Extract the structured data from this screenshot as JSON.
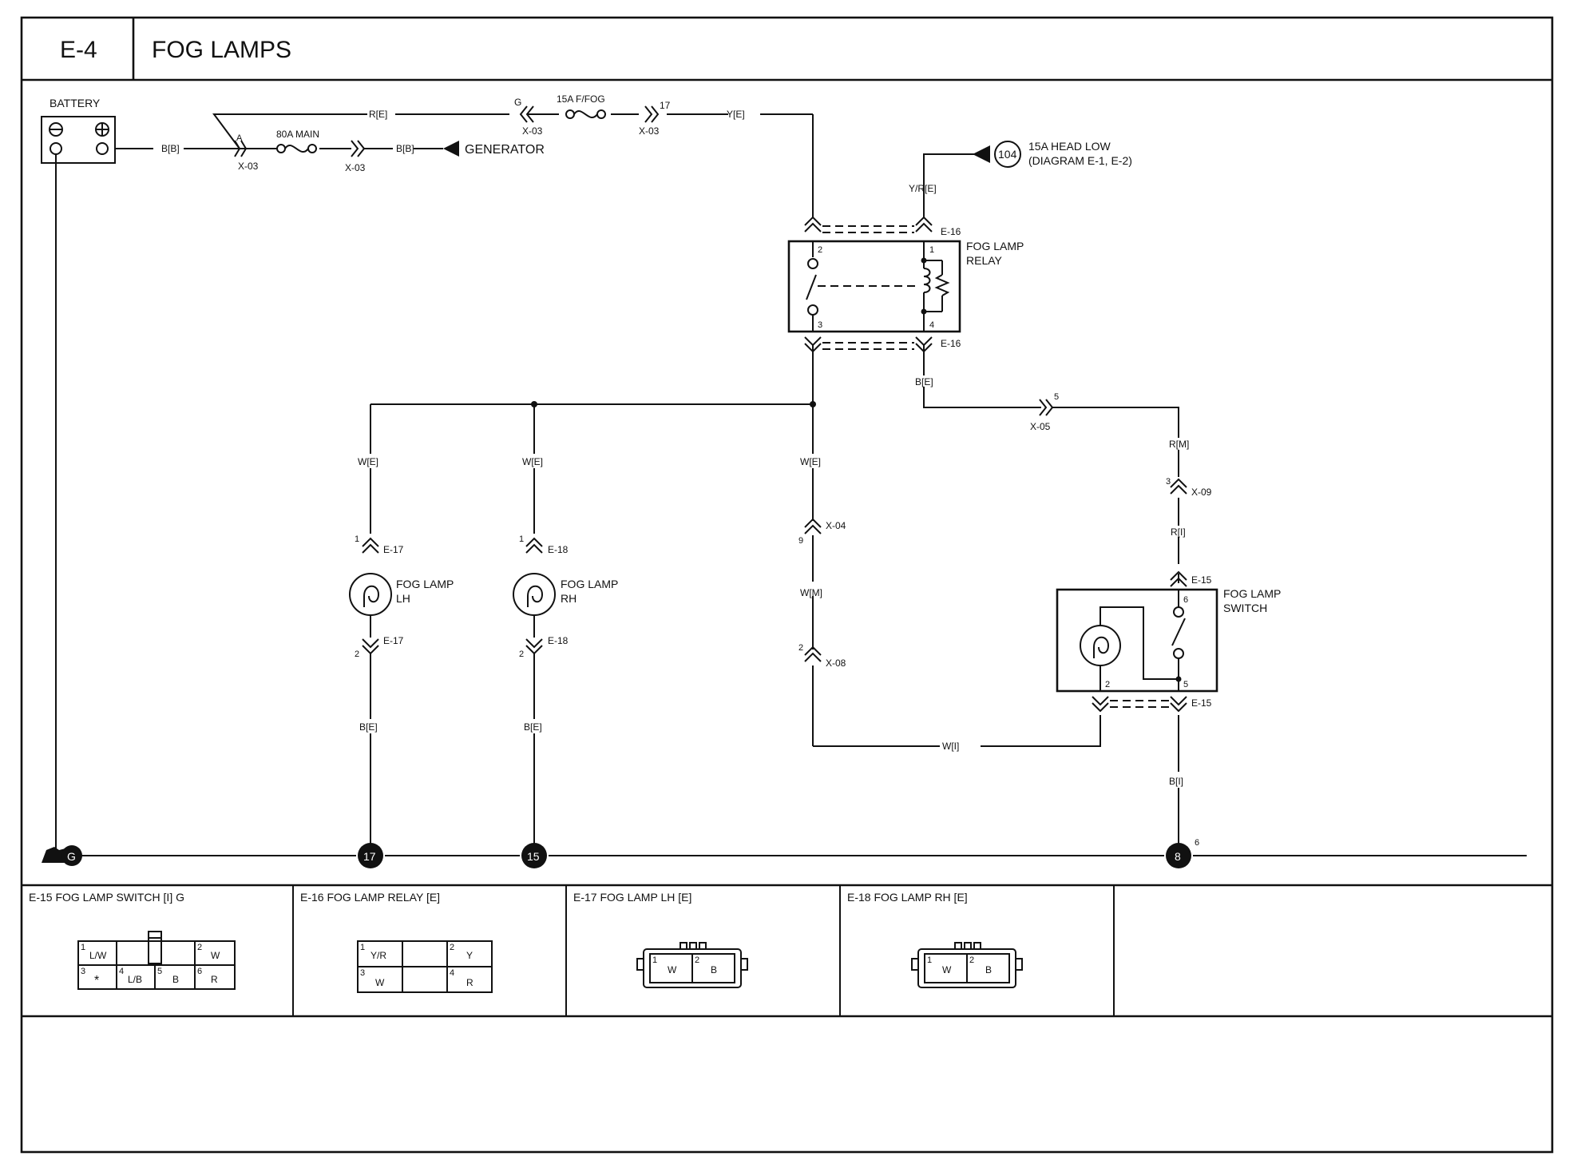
{
  "header": {
    "code": "E-4",
    "title": "FOG LAMPS"
  },
  "components": {
    "battery": "BATTERY",
    "generator": "GENERATOR",
    "fuse_main": "80A MAIN",
    "fuse_ffog": "15A F/FOG",
    "head_low_circle": "104",
    "head_low_line1": "15A HEAD LOW",
    "head_low_line2": "(DIAGRAM E-1, E-2)",
    "relay_line1": "FOG LAMP",
    "relay_line2": "RELAY",
    "lamp_lh_line1": "FOG LAMP",
    "lamp_lh_line2": "LH",
    "lamp_rh_line1": "FOG LAMP",
    "lamp_rh_line2": "RH",
    "switch_line1": "FOG LAMP",
    "switch_line2": "SWITCH"
  },
  "wires": {
    "bb": "B[B]",
    "re": "R[E]",
    "ye": "Y[E]",
    "yre": "Y/R[E]",
    "be_relay": "B[E]",
    "rm": "R[M]",
    "ri": "R[I]",
    "we_lh": "W[E]",
    "we_rh": "W[E]",
    "we_mid": "W[E]",
    "wm": "W[M]",
    "wi": "W[I]",
    "be_lh": "B[E]",
    "be_rh": "B[E]",
    "bi": "B[I]"
  },
  "connectors": {
    "a": "A",
    "x03_1": "X-03",
    "x03_2": "X-03",
    "x03_3": "X-03",
    "x03_4": "X-03",
    "g": "G",
    "n17": "17",
    "e16_top": "E-16",
    "e16_bot": "E-16",
    "x05": "X-05",
    "n5": "5",
    "x09": "X-09",
    "n3": "3",
    "e15_top": "E-15",
    "e15_bot": "E-15",
    "x04": "X-04",
    "n9": "9",
    "x08": "X-08",
    "n2_x08": "2",
    "e17_top": "E-17",
    "e17_bot": "E-17",
    "e18_top": "E-18",
    "e18_bot": "E-18",
    "lh_pin1": "1",
    "lh_pin2": "2",
    "rh_pin1": "1",
    "rh_pin2": "2"
  },
  "relay_pins": {
    "p1": "1",
    "p2": "2",
    "p3": "3",
    "p4": "4"
  },
  "switch_pins": {
    "p2": "2",
    "p5": "5",
    "p6": "6"
  },
  "grounds": {
    "g_chassis": "G",
    "g17": "17",
    "g15": "15",
    "g8": "8",
    "g8_pin": "6"
  },
  "connector_views": [
    {
      "title": "E-15 FOG LAMP SWITCH [I] G",
      "cells": [
        {
          "pin": "1",
          "label": "L/W"
        },
        {
          "pin": "2",
          "label": "W"
        },
        {
          "pin": "3",
          "label": "*"
        },
        {
          "pin": "4",
          "label": "L/B"
        },
        {
          "pin": "5",
          "label": "B"
        },
        {
          "pin": "6",
          "label": "R"
        }
      ]
    },
    {
      "title": "E-16 FOG LAMP RELAY [E]",
      "cells": [
        {
          "pin": "1",
          "label": "Y/R"
        },
        {
          "pin": "2",
          "label": "Y"
        },
        {
          "pin": "3",
          "label": "W"
        },
        {
          "pin": "4",
          "label": "R"
        }
      ]
    },
    {
      "title": "E-17 FOG LAMP LH [E]",
      "cells": [
        {
          "pin": "1",
          "label": "W"
        },
        {
          "pin": "2",
          "label": "B"
        }
      ]
    },
    {
      "title": "E-18 FOG LAMP RH [E]",
      "cells": [
        {
          "pin": "1",
          "label": "W"
        },
        {
          "pin": "2",
          "label": "B"
        }
      ]
    }
  ]
}
